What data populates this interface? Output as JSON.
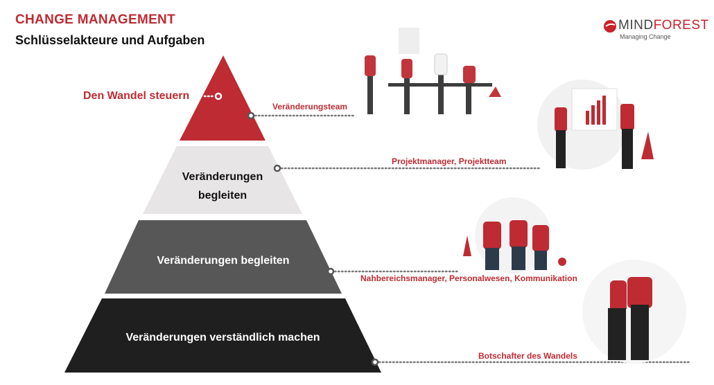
{
  "header": {
    "title": "CHANGE MANAGEMENT",
    "subtitle": "Schlüsselakteure und Aufgaben"
  },
  "logo": {
    "brand_part1": "MIND",
    "brand_part2": "FOREST",
    "tagline": "Managing Change"
  },
  "pyramid": {
    "levels": [
      {
        "label": "Den Wandel steuern",
        "role": "Veränderungsteam",
        "color": "#be2b33"
      },
      {
        "label_line1": "Veränderungen",
        "label_line2": "begleiten",
        "role": "Projektmanager, Projektteam",
        "color": "#e8e5e6"
      },
      {
        "label": "Veränderungen begleiten",
        "role": "Nahbereichsmanager, Personalwesen, Kommunikation",
        "color": "#575757"
      },
      {
        "label": "Veränderungen verständlich machen",
        "role": "Botschafter des Wandels",
        "color": "#1f1f1f"
      }
    ]
  }
}
